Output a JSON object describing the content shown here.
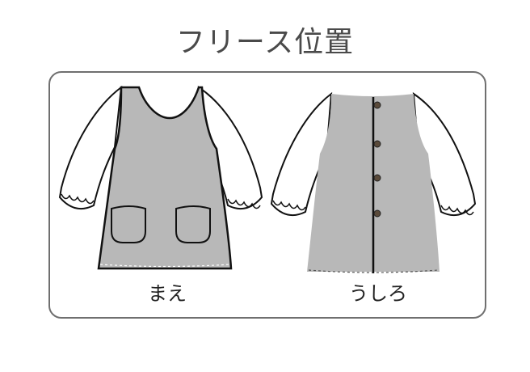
{
  "title": "フリース位置",
  "labels": {
    "front": "まえ",
    "back": "うしろ"
  },
  "colors": {
    "fleece": "#b8b8b8",
    "outline": "#111111",
    "frame": "#6f6f6f",
    "title": "#4a4a4a"
  }
}
